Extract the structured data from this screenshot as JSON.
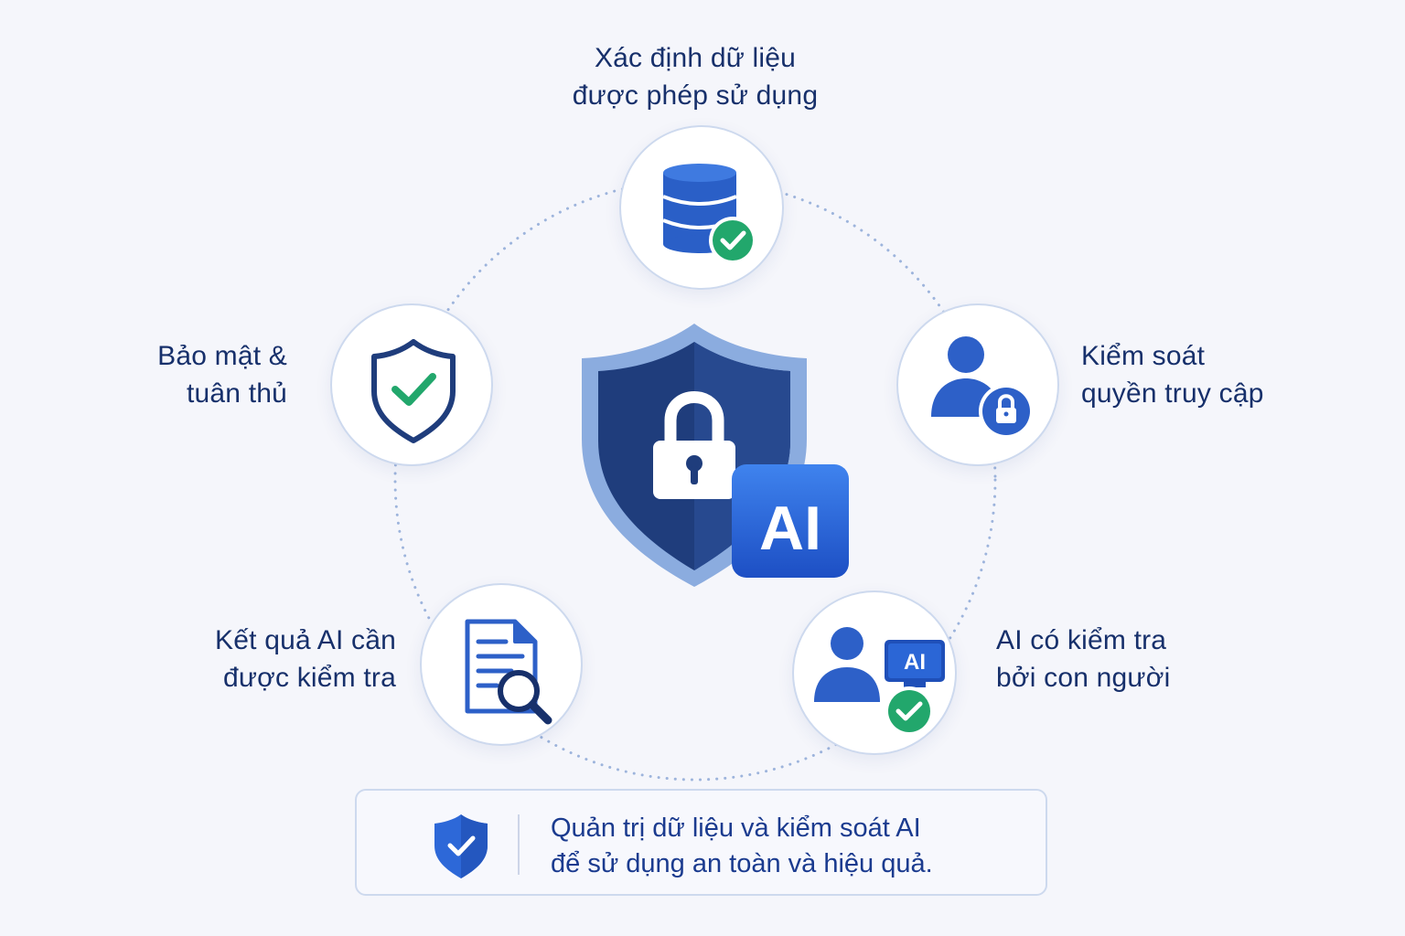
{
  "colors": {
    "navy": "#17306b",
    "primary_blue": "#2f62c8",
    "green_check": "#21a56b",
    "light_border": "#cdd9ee",
    "background": "#f5f6fb"
  },
  "center": {
    "icon": "shield-lock-icon",
    "badge": "AI"
  },
  "nodes": [
    {
      "id": "data",
      "icon": "database-check-icon",
      "lines": [
        "Xác định dữ liệu",
        "được phép sử dụng"
      ]
    },
    {
      "id": "access",
      "icon": "user-lock-icon",
      "lines": [
        "Kiểm soát",
        "quyền truy cập"
      ]
    },
    {
      "id": "human",
      "icon": "user-monitor-check-icon",
      "badge": "AI",
      "lines": [
        "AI có kiểm tra",
        "bởi con người"
      ]
    },
    {
      "id": "review",
      "icon": "document-search-icon",
      "lines": [
        "Kết quả AI cần",
        "được kiểm tra"
      ]
    },
    {
      "id": "security",
      "icon": "shield-check-icon",
      "lines": [
        "Bảo mật &",
        "tuân thủ"
      ]
    }
  ],
  "footer": {
    "icon": "shield-check-icon",
    "lines": [
      "Quản trị dữ liệu và kiểm soát AI",
      "để sử dụng an toàn và hiệu quả."
    ]
  }
}
